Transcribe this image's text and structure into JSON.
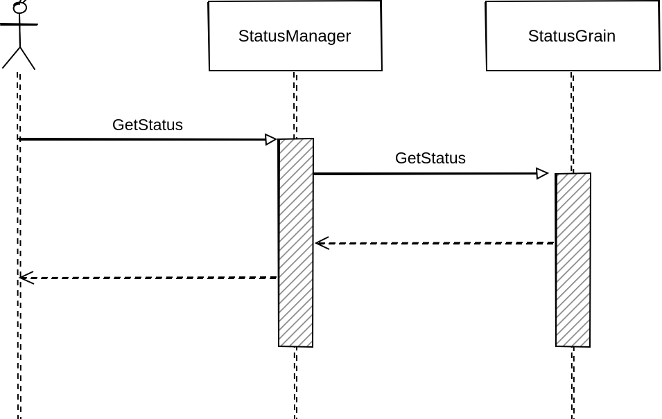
{
  "diagram": {
    "type": "sequence",
    "participants": [
      {
        "id": "actor",
        "kind": "actor",
        "label": ""
      },
      {
        "id": "status-manager",
        "kind": "box",
        "label": "StatusManager"
      },
      {
        "id": "status-grain",
        "kind": "box",
        "label": "StatusGrain"
      }
    ],
    "messages": [
      {
        "from": "actor",
        "to": "status-manager",
        "label": "GetStatus",
        "style": "solid"
      },
      {
        "from": "status-manager",
        "to": "status-grain",
        "label": "GetStatus",
        "style": "solid"
      },
      {
        "from": "status-grain",
        "to": "status-manager",
        "label": "",
        "style": "dashed"
      },
      {
        "from": "status-manager",
        "to": "actor",
        "label": "",
        "style": "dashed"
      }
    ],
    "colors": {
      "stroke": "#000000",
      "activation_hatch": "#8a8a8a",
      "background": "#ffffff"
    }
  }
}
